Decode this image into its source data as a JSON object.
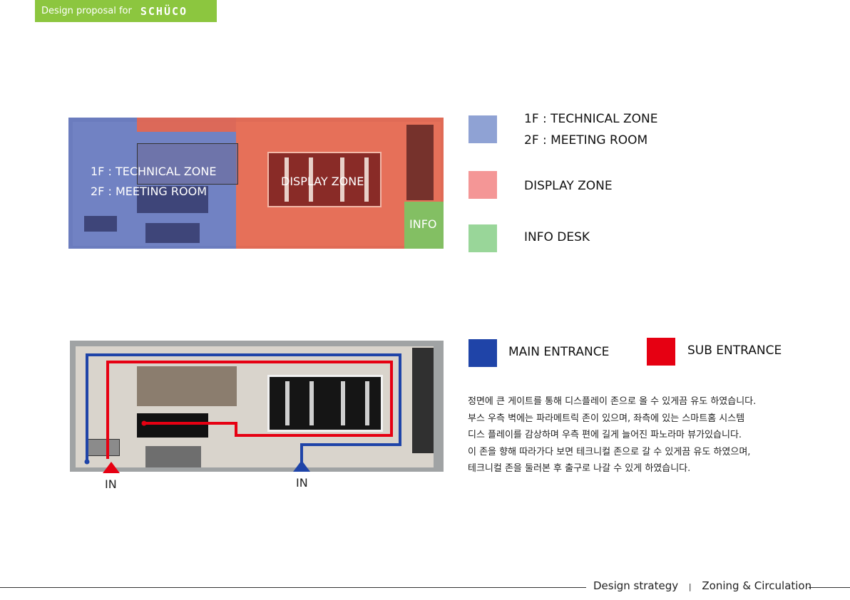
{
  "header": {
    "prefix": "Design proposal for",
    "brand": "SCHÜCO"
  },
  "zoning": {
    "plan_labels": {
      "tech_line1": "1F : TECHNICAL ZONE",
      "tech_line2": "2F : MEETING ROOM",
      "display": "DISPLAY ZONE",
      "info": "INFO"
    },
    "legend": [
      {
        "color": "#8fa2d4",
        "line1": "1F : TECHNICAL ZONE",
        "line2": "2F : MEETING ROOM"
      },
      {
        "color": "#f49696",
        "line1": "DISPLAY ZONE"
      },
      {
        "color": "#99d699",
        "line1": "INFO DESK"
      }
    ]
  },
  "circulation": {
    "legend": [
      {
        "color": "#1f44a8",
        "label": "MAIN ENTRANCE"
      },
      {
        "color": "#e60012",
        "label": "SUB ENTRANCE"
      }
    ],
    "entrances": {
      "sub_label": "IN",
      "main_label": "IN"
    },
    "description": [
      "정면에 큰 게이트를 통해 디스플레이 존으로 올 수 있게끔 유도 하였습니다.",
      "부스 우측 벽에는 파라메트릭 존이 있으며, 좌측에 있는 스마트홈 시스템",
      "디스 플레이를 감상하며 우측 편에 길게 늘어진 파노라마 뷰가있습니다.",
      "이 존을 향해 따라가다 보면 테크니컬 존으로 갈 수 있게끔 유도 하였으며,",
      "테크니컬 존을 둘러본 후 출구로 나갈 수 있게 하였습니다."
    ]
  },
  "footer": {
    "left": "Design strategy",
    "separator": "|",
    "right": "Zoning & Circulation"
  }
}
